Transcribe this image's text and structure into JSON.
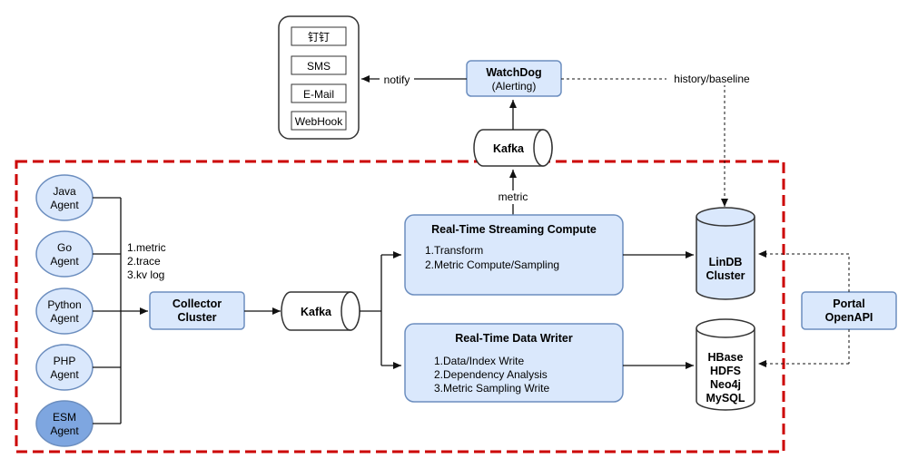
{
  "notifications": {
    "channels": [
      "钉钉",
      "SMS",
      "E-Mail",
      "WebHook"
    ]
  },
  "watchdog": {
    "title": "WatchDog",
    "subtitle": "(Alerting)"
  },
  "labels": {
    "notify": "notify",
    "history_baseline": "history/baseline",
    "metric": "metric"
  },
  "kafka_top": "Kafka",
  "kafka_mid": "Kafka",
  "agents": [
    {
      "line1": "Java",
      "line2": "Agent",
      "highlight": false
    },
    {
      "line1": "Go",
      "line2": "Agent",
      "highlight": false
    },
    {
      "line1": "Python",
      "line2": "Agent",
      "highlight": false
    },
    {
      "line1": "PHP",
      "line2": "Agent",
      "highlight": false
    },
    {
      "line1": "ESM",
      "line2": "Agent",
      "highlight": true
    }
  ],
  "collected_types": [
    "1.metric",
    "2.trace",
    "3.kv log"
  ],
  "collector": {
    "line1": "Collector",
    "line2": "Cluster"
  },
  "streaming": {
    "title": "Real-Time Streaming Compute",
    "items": [
      "1.Transform",
      "2.Metric Compute/Sampling"
    ]
  },
  "writer": {
    "title": "Real-Time Data Writer",
    "items": [
      "1.Data/Index Write",
      "2.Dependency Analysis",
      "3.Metric Sampling Write"
    ]
  },
  "lindb": {
    "line1": "LinDB",
    "line2": "Cluster"
  },
  "storage": [
    "HBase",
    "HDFS",
    "Neo4j",
    "MySQL"
  ],
  "portal": {
    "line1": "Portal",
    "line2": "OpenAPI"
  },
  "colors": {
    "node_fill": "#dae8fc",
    "node_stroke": "#6c8ebf",
    "agent_highlight": "#7ea6e0",
    "boundary": "#cc0000"
  }
}
